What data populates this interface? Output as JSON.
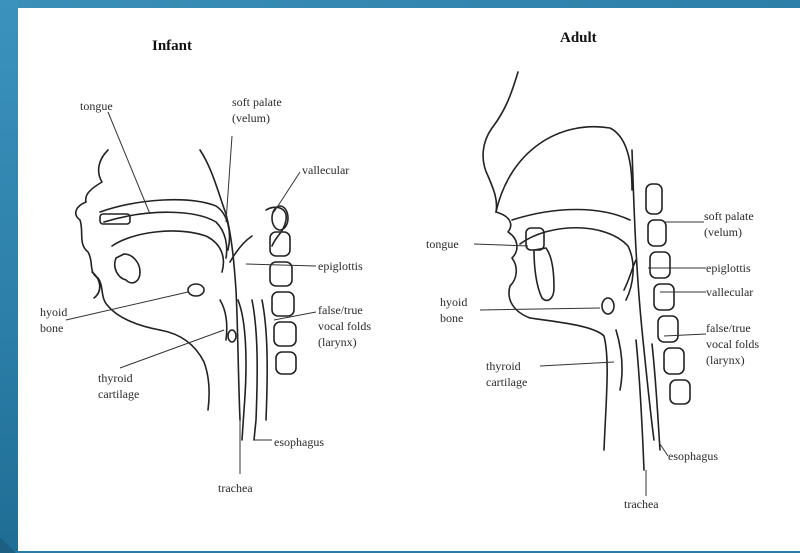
{
  "infant": {
    "title": "Infant",
    "labels": {
      "tongue": "tongue",
      "soft_palate_1": "soft palate",
      "soft_palate_2": "(velum)",
      "vallecular": "vallecular",
      "epiglottis": "epiglottis",
      "hyoid_1": "hyoid",
      "hyoid_2": "bone",
      "folds_1": "false/true",
      "folds_2": "vocal folds",
      "folds_3": "(larynx)",
      "thyroid_1": "thyroid",
      "thyroid_2": "cartilage",
      "esophagus": "esophagus",
      "trachea": "trachea"
    }
  },
  "adult": {
    "title": "Adult",
    "labels": {
      "soft_palate_1": "soft palate",
      "soft_palate_2": "(velum)",
      "tongue": "tongue",
      "epiglottis": "epiglottis",
      "vallecular": "vallecular",
      "hyoid_1": "hyoid",
      "hyoid_2": "bone",
      "folds_1": "false/true",
      "folds_2": "vocal folds",
      "folds_3": "(larynx)",
      "thyroid_1": "thyroid",
      "thyroid_2": "cartilage",
      "esophagus": "esophagus",
      "trachea": "trachea"
    }
  },
  "colors": {
    "frame": "#2e84ad",
    "panel": "#ffffff",
    "ink": "#222222"
  }
}
